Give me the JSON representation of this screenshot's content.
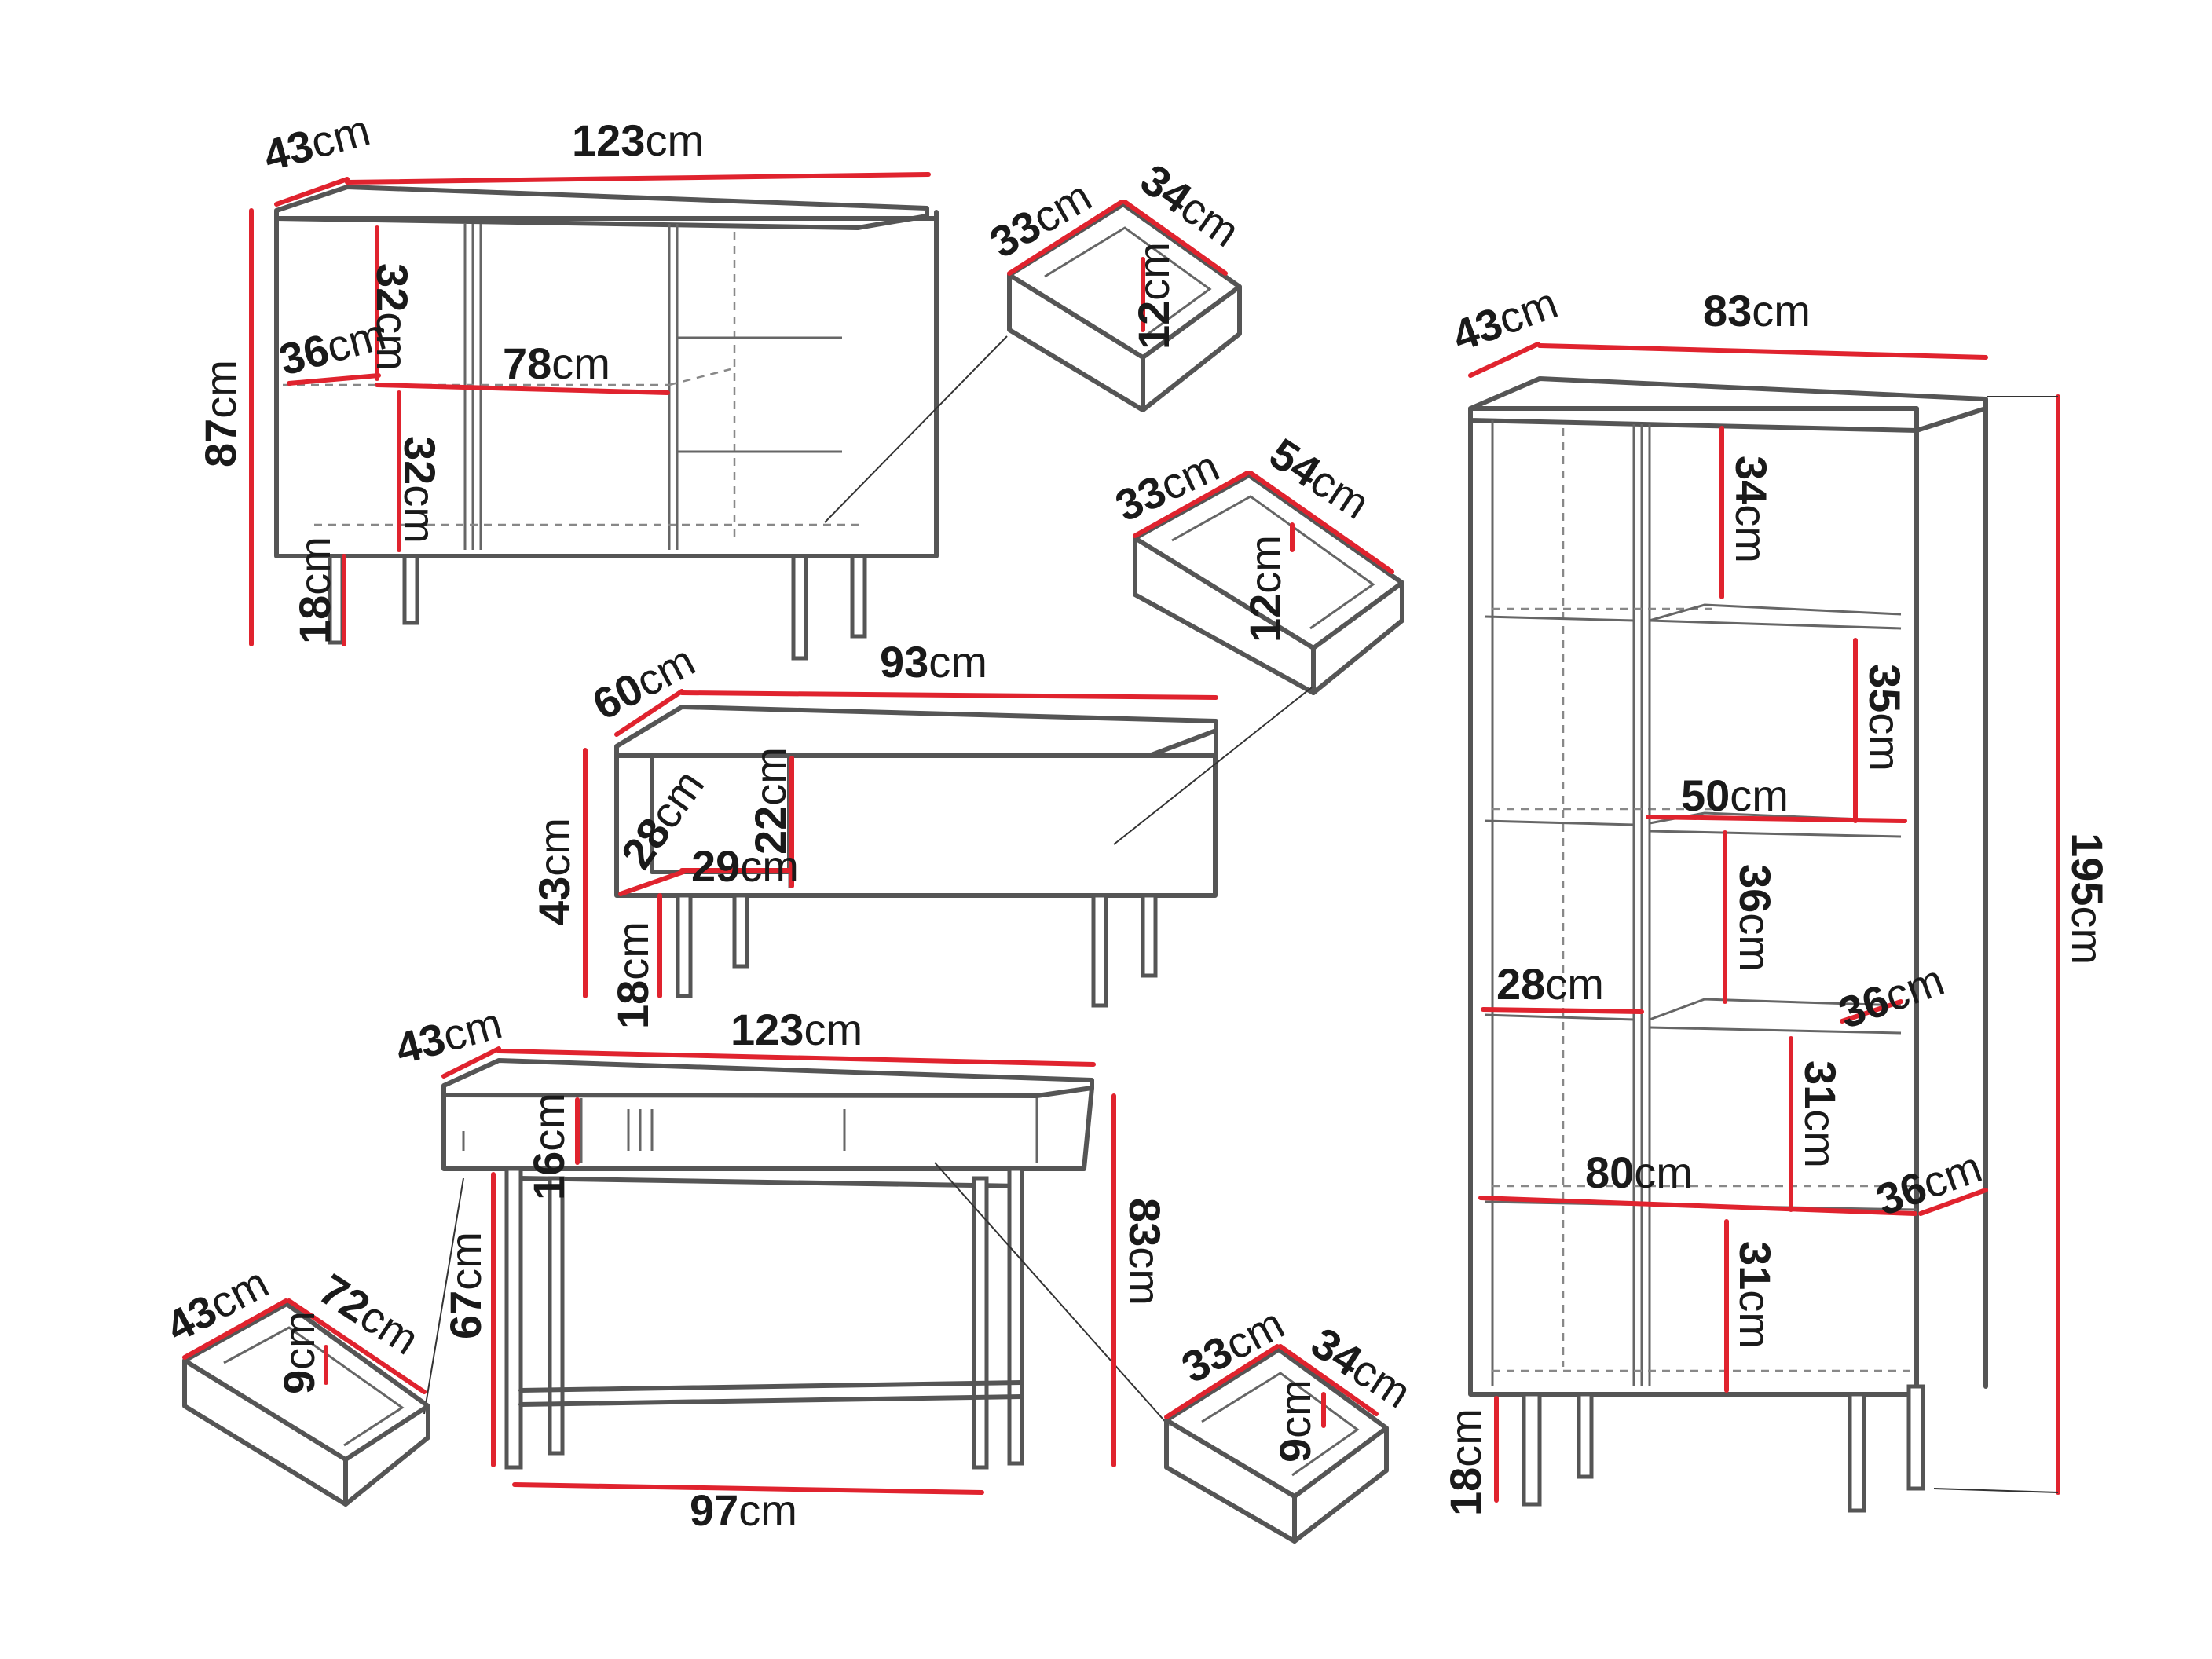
{
  "unit": "cm",
  "dimensions": {
    "sideboard": {
      "depth": "43",
      "width": "123",
      "height": "87",
      "shelf_depth": "36",
      "shelf_width": "78",
      "upper_height": "32",
      "lower_height": "32",
      "legs": "18"
    },
    "sideboard_drawer": {
      "depth": "33",
      "width": "34",
      "height": "12"
    },
    "tv_drawer": {
      "depth": "33",
      "width": "54",
      "height": "12"
    },
    "tv_unit": {
      "depth": "60",
      "width": "93",
      "height": "43",
      "inner_depth": "28",
      "inner_width": "29",
      "inner_height": "22",
      "legs": "18"
    },
    "console": {
      "depth": "43",
      "width": "123",
      "drawer_height": "16",
      "leg_height": "67",
      "height": "83",
      "base_width": "97"
    },
    "console_drawer_left": {
      "depth": "43",
      "width": "72",
      "height": "9"
    },
    "console_drawer_right": {
      "depth": "33",
      "width": "34",
      "height": "9"
    },
    "bookcase": {
      "depth": "43",
      "width": "83",
      "height": "195",
      "top_shelf": "34",
      "compartment_height": "35",
      "compartment_width": "50",
      "middle_shelf": "36",
      "left_shelf": "28",
      "right_depth_upper": "36",
      "lower_right": "31",
      "bottom_width": "80",
      "right_depth_lower": "36",
      "bottom_height": "31",
      "legs": "18"
    }
  }
}
